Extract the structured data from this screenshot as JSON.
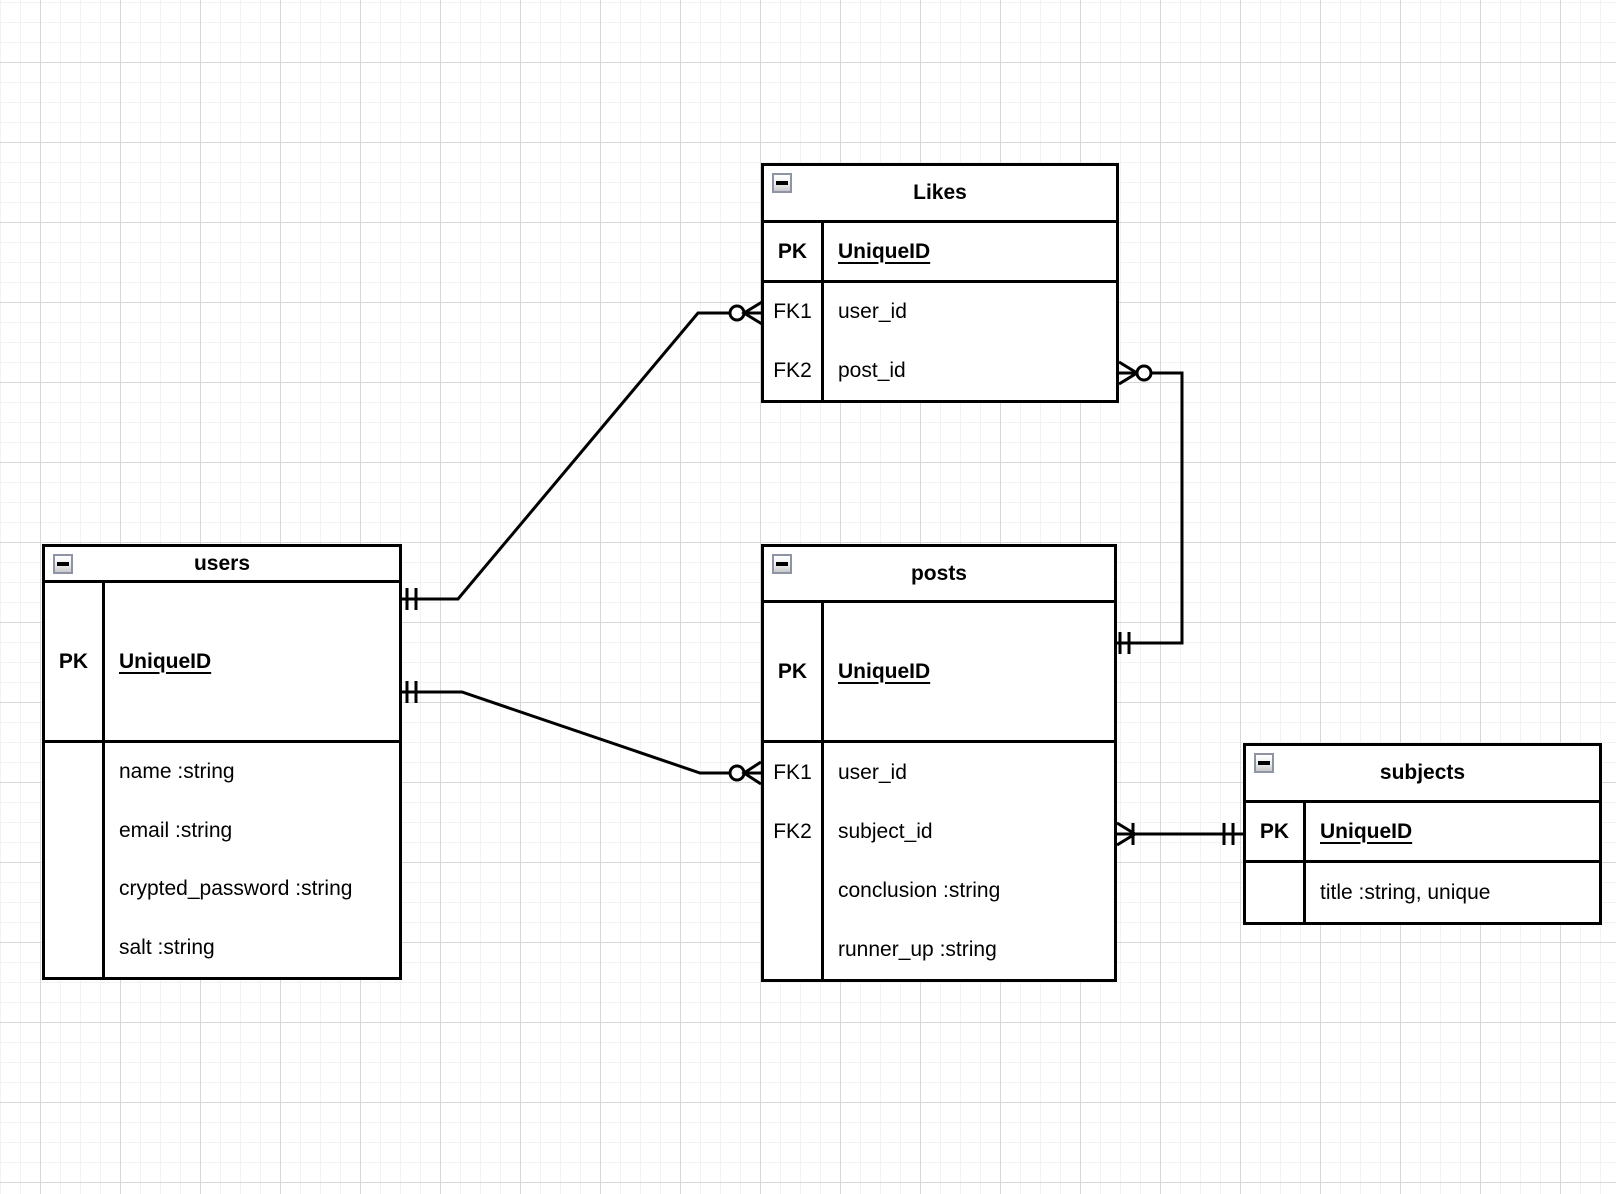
{
  "diagram": {
    "kind": "entity-relationship-diagram",
    "colors": {
      "line": "#000000",
      "table_background": "#ffffff",
      "grid_minor": "#f3f1f1",
      "grid_major": "#d8d6d6",
      "collapse_icon_border": "#8d95a5"
    },
    "icons": {
      "collapse": "minus-box"
    },
    "entities": {
      "likes": {
        "title": "Likes",
        "pk": {
          "key": "PK",
          "field": "UniqueID"
        },
        "rows": [
          {
            "key": "FK1",
            "value": "user_id"
          },
          {
            "key": "FK2",
            "value": "post_id"
          }
        ]
      },
      "users": {
        "title": "users",
        "pk": {
          "key": "PK",
          "field": "UniqueID"
        },
        "rows": [
          {
            "key": "",
            "value": "name :string"
          },
          {
            "key": "",
            "value": "email :string"
          },
          {
            "key": "",
            "value": "crypted_password :string"
          },
          {
            "key": "",
            "value": "salt :string"
          }
        ]
      },
      "posts": {
        "title": "posts",
        "pk": {
          "key": "PK",
          "field": "UniqueID"
        },
        "rows": [
          {
            "key": "FK1",
            "value": "user_id"
          },
          {
            "key": "FK2",
            "value": "subject_id"
          },
          {
            "key": "",
            "value": "conclusion :string"
          },
          {
            "key": "",
            "value": "runner_up :string"
          }
        ]
      },
      "subjects": {
        "title": "subjects",
        "pk": {
          "key": "PK",
          "field": "UniqueID"
        },
        "rows": [
          {
            "key": "",
            "value": "title :string, unique"
          }
        ]
      }
    },
    "relationships": [
      {
        "from_table": "users",
        "from_field": "UniqueID",
        "from_cardinality": "exactly-one",
        "to_table": "Likes",
        "to_field": "user_id",
        "to_cardinality": "zero-or-many"
      },
      {
        "from_table": "users",
        "from_field": "UniqueID",
        "from_cardinality": "exactly-one",
        "to_table": "posts",
        "to_field": "user_id",
        "to_cardinality": "zero-or-many"
      },
      {
        "from_table": "posts",
        "from_field": "UniqueID",
        "from_cardinality": "exactly-one",
        "to_table": "Likes",
        "to_field": "post_id",
        "to_cardinality": "zero-or-many"
      },
      {
        "from_table": "subjects",
        "from_field": "UniqueID",
        "from_cardinality": "exactly-one",
        "to_table": "posts",
        "to_field": "subject_id",
        "to_cardinality": "one-or-many"
      }
    ]
  }
}
